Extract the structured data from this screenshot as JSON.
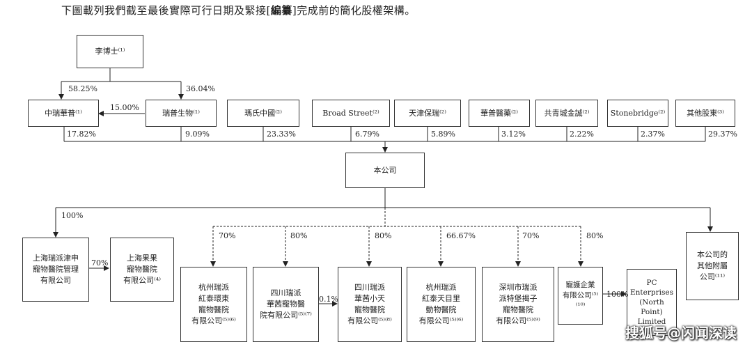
{
  "intro": {
    "before": "下圖載列我們截至最後實際可行日期及緊接[",
    "bold": "編纂",
    "after": "]完成前的簡化股權架構。"
  },
  "nodes": {
    "li": "李博士⁽¹⁾",
    "zhongrui": "中瑞華普⁽¹⁾",
    "ruipu": "瑞普生物⁽¹⁾",
    "mashi": "瑪氏中國⁽²⁾",
    "broad": "Broad Street⁽²⁾",
    "tianjin": "天津保瑞⁽²⁾",
    "huapu": "華普醫藥⁽²⁾",
    "gongqing": "共青城金誠⁽²⁾",
    "stonebridge": "Stonebridge⁽²⁾",
    "others": "其他股東⁽³⁾",
    "company": "本公司",
    "sh_ruipai": "上海瑞派津申\n寵物醫院管理\n有限公司",
    "sh_guoguo": "上海果果\n寵物醫院\n有限公司⁽⁴⁾",
    "hz_hongtai": "杭州瑞派\n紅泰環東\n寵物醫院\n有限公司⁽⁵⁾⁽⁶⁾",
    "sc_huaxi": "四川瑞派\n華茜寵物醫\n院有限公司⁽⁵⁾⁽⁷⁾",
    "sc_xiaotian": "四川瑞派\n華茜小天\n寵物醫院\n有限公司⁽⁵⁾⁽⁸⁾",
    "hz_tianmu": "杭州瑞派\n紅泰天目里\n動物醫院\n有限公司⁽⁵⁾⁽⁶⁾",
    "sz_tebao": "深圳市瑞派\n派特堡揭子\n寵物醫院\n有限公司⁽⁵⁾⁽⁹⁾",
    "chonghu": "寵護企業\n有限公司⁽⁵⁾⁽¹⁰⁾",
    "pc": "PC\nEnterprises\n(North Point)\nLimited",
    "subsid": "本公司的\n其他附屬\n公司⁽¹¹⁾"
  },
  "percents": {
    "li_zhongrui": "58.25%",
    "li_ruipu": "36.04%",
    "ruipu_zhongrui": "15.00%",
    "zhongrui_co": "17.82%",
    "ruipu_co": "9.09%",
    "mashi_co": "23.33%",
    "broad_co": "6.79%",
    "tianjin_co": "5.89%",
    "huapu_co": "3.12%",
    "gongqing_co": "2.22%",
    "stonebridge_co": "2.37%",
    "others_co": "29.37%",
    "co_shruipai": "100%",
    "shruipai_guoguo": "70%",
    "co_hongtai": "70%",
    "co_huaxi": "80%",
    "huaxi_xiaotian": "0.1%",
    "co_xiaotian": "80%",
    "co_tianmu": "66.67%",
    "co_tebao": "70%",
    "co_chonghu": "80%",
    "chonghu_pc": "100%"
  },
  "watermark": "搜狐号@闪闻深读"
}
